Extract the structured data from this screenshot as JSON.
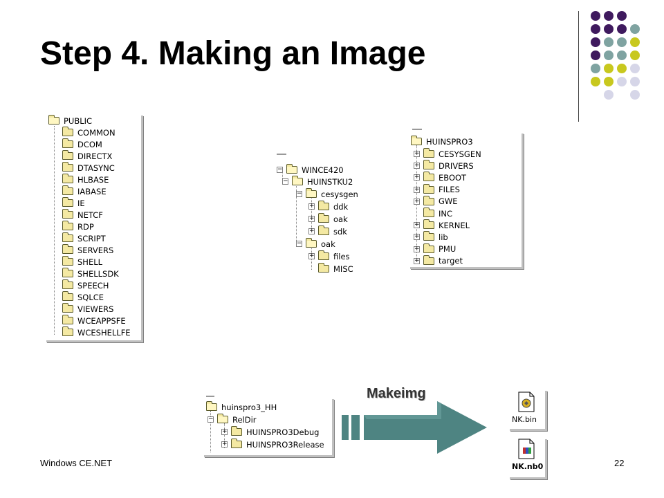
{
  "slide": {
    "title": "Step 4. Making an Image",
    "footer_left": "Windows CE.NET",
    "page_number": "22"
  },
  "panel_public": {
    "root": "PUBLIC",
    "items": [
      "COMMON",
      "DCOM",
      "DIRECTX",
      "DTASYNC",
      "HLBASE",
      "IABASE",
      "IE",
      "NETCF",
      "RDP",
      "SCRIPT",
      "SERVERS",
      "SHELL",
      "SHELLSDK",
      "SPEECH",
      "SQLCE",
      "VIEWERS",
      "WCEAPPSFE",
      "WCESHELLFE"
    ]
  },
  "panel_wince": {
    "root": "WINCE420",
    "child": "HUINSTKU2",
    "cesysgen": "cesysgen",
    "cesysgen_items": [
      "ddk",
      "oak",
      "sdk"
    ],
    "oak": "oak",
    "oak_items": [
      "files",
      "MISC"
    ]
  },
  "panel_huinspro3": {
    "root": "HUINSPRO3",
    "items": [
      "CESYSGEN",
      "DRIVERS",
      "EBOOT",
      "FILES",
      "GWE",
      "INC",
      "KERNEL",
      "lib",
      "PMU",
      "target"
    ]
  },
  "panel_reldir": {
    "root": "huinspro3_HH",
    "child": "RelDir",
    "items": [
      "HUINSPRO3Debug",
      "HUINSPRO3Release"
    ]
  },
  "arrow": {
    "label": "Makeimg"
  },
  "files": {
    "nk_bin": "NK.bin",
    "nk_nb0": "NK.nb0"
  },
  "colors": {
    "purple": "#3f1a5e",
    "teal": "#7fa3a1",
    "yellow": "#c8c81e",
    "lavender": "#d6d6e8",
    "arrow": "#4e8482"
  }
}
